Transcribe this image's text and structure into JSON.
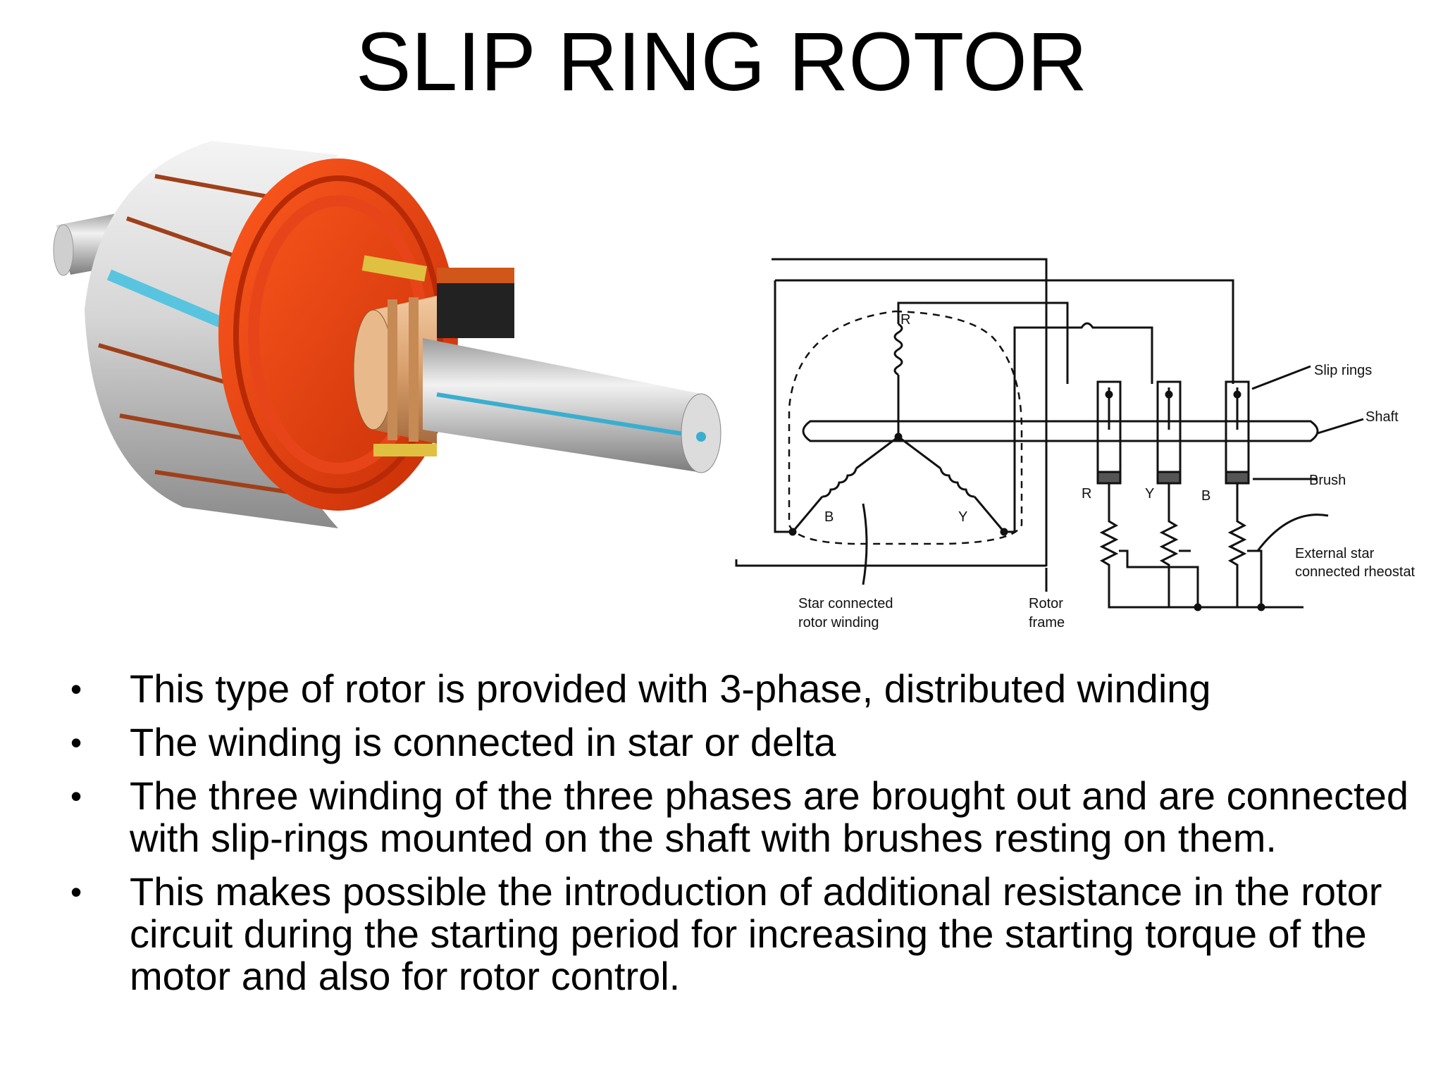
{
  "slide": {
    "title": "SLIP RING ROTOR"
  },
  "diagram": {
    "labels": {
      "slip_rings": "Slip rings",
      "shaft": "Shaft",
      "brush": "Brush",
      "external_rheostat_line1": "External star",
      "external_rheostat_line2": "connected rheostat",
      "star_winding_line1": "Star connected",
      "star_winding_line2": "rotor winding",
      "rotor_frame_line1": "Rotor",
      "rotor_frame_line2": "frame",
      "phase_r": "R",
      "phase_y": "Y",
      "phase_b": "B",
      "brush_r": "R",
      "brush_y": "Y",
      "brush_b": "B"
    }
  },
  "bullets": [
    "This type of rotor is provided with 3-phase, distributed winding",
    "The winding is connected in star or delta",
    "The  three winding of the three phases are brought out and are connected with slip-rings mounted on the shaft with brushes resting on them.",
    "This makes possible the introduction of additional resistance in the rotor circuit during the starting period for increasing the starting torque of the motor and also for rotor control."
  ]
}
